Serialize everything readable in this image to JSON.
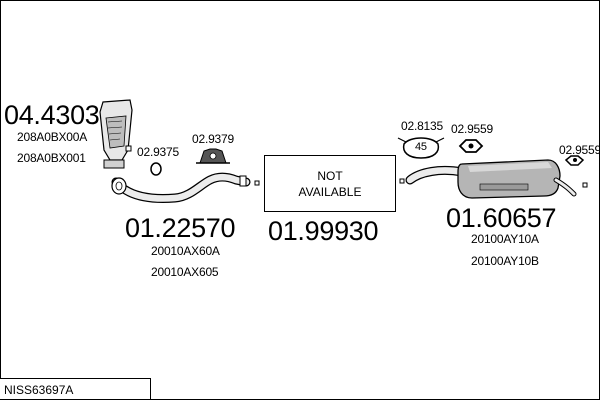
{
  "parts": {
    "catalytic_converter": {
      "number": "04.4303",
      "refs": [
        "208A0BX00A",
        "208A0BX001"
      ]
    },
    "gasket_a": {
      "number": "02.9375"
    },
    "mounting_a": {
      "number": "02.9379"
    },
    "front_pipe": {
      "number": "01.22570",
      "refs": [
        "20010AX60A",
        "20010AX605"
      ]
    },
    "middle_silencer": {
      "number": "01.99930",
      "availability": [
        "NOT",
        "AVAILABLE"
      ]
    },
    "clamp": {
      "number": "02.8135",
      "badge": "45"
    },
    "rubber_mount_a": {
      "number": "02.9559"
    },
    "rubber_mount_b": {
      "number": "02.9559"
    },
    "rear_silencer": {
      "number": "01.60657",
      "refs": [
        "20100AY10A",
        "20100AY10B"
      ]
    }
  },
  "system_code": "NISS63697A"
}
